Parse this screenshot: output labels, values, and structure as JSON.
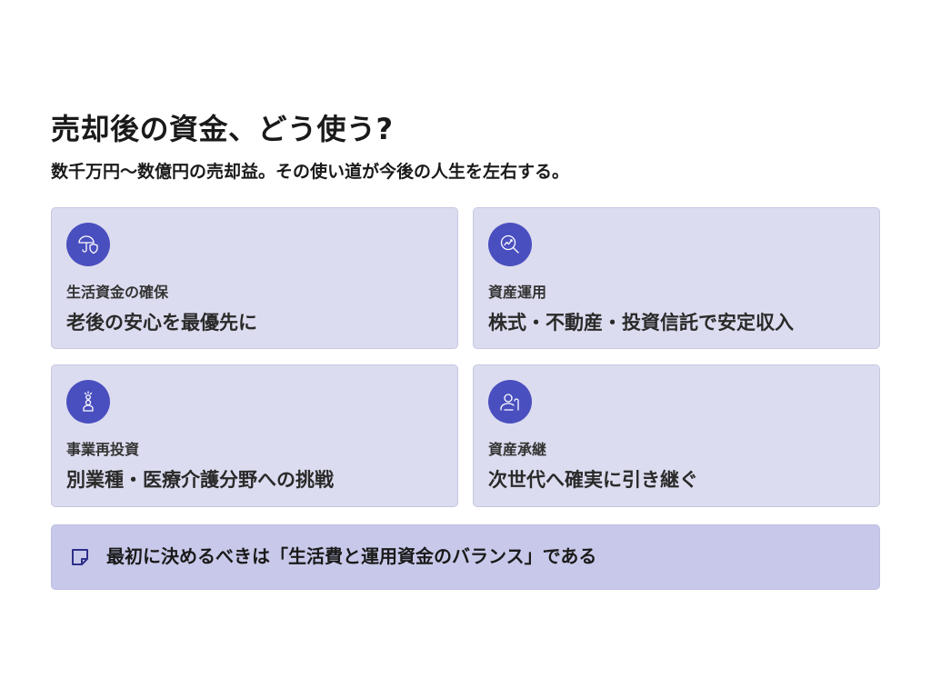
{
  "header": {
    "title": "売却後の資金、どう使う?",
    "subtitle": "数千万円〜数億円の売却益。その使い道が今後の人生を左右する。"
  },
  "cards": [
    {
      "icon": "umbrella-shield-icon",
      "label": "生活資金の確保",
      "text": "老後の安心を最優先に"
    },
    {
      "icon": "magnifier-chart-icon",
      "label": "資産運用",
      "text": "株式・不動産・投資信託で安定収入"
    },
    {
      "icon": "businessperson-idea-icon",
      "label": "事業再投資",
      "text": "別業種・医療介護分野への挑戦"
    },
    {
      "icon": "elderly-person-cane-icon",
      "label": "資産承継",
      "text": "次世代へ確実に引き継ぐ"
    }
  ],
  "callout": {
    "icon": "sticky-note-icon",
    "text": "最初に決めるべきは「生活費と運用資金のバランス」である"
  },
  "colors": {
    "accent": "#4a4fbf",
    "card_bg": "#dcdcf0",
    "callout_bg": "#c8c9ea",
    "callout_icon": "#2e2f8a"
  }
}
